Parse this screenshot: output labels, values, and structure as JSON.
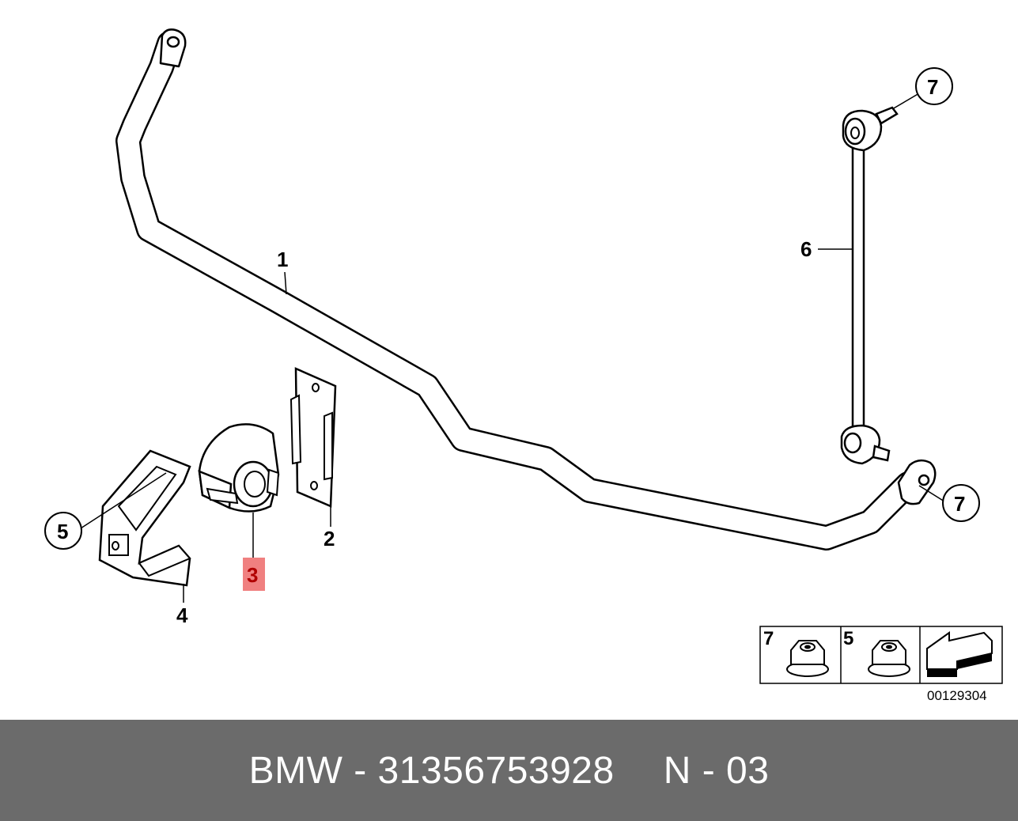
{
  "diagram": {
    "callouts": {
      "c1": "1",
      "c2": "2",
      "c3": "3",
      "c4": "4",
      "c5": "5",
      "c6": "6",
      "c7_top": "7",
      "c7_bottom": "7"
    },
    "legend": {
      "item_a": "7",
      "item_b": "5"
    },
    "catalog_number": "00129304",
    "highlight_color": "#f08080"
  },
  "footer": {
    "part_text": "BMW - 31356753928",
    "page_ref": "N - 03"
  }
}
